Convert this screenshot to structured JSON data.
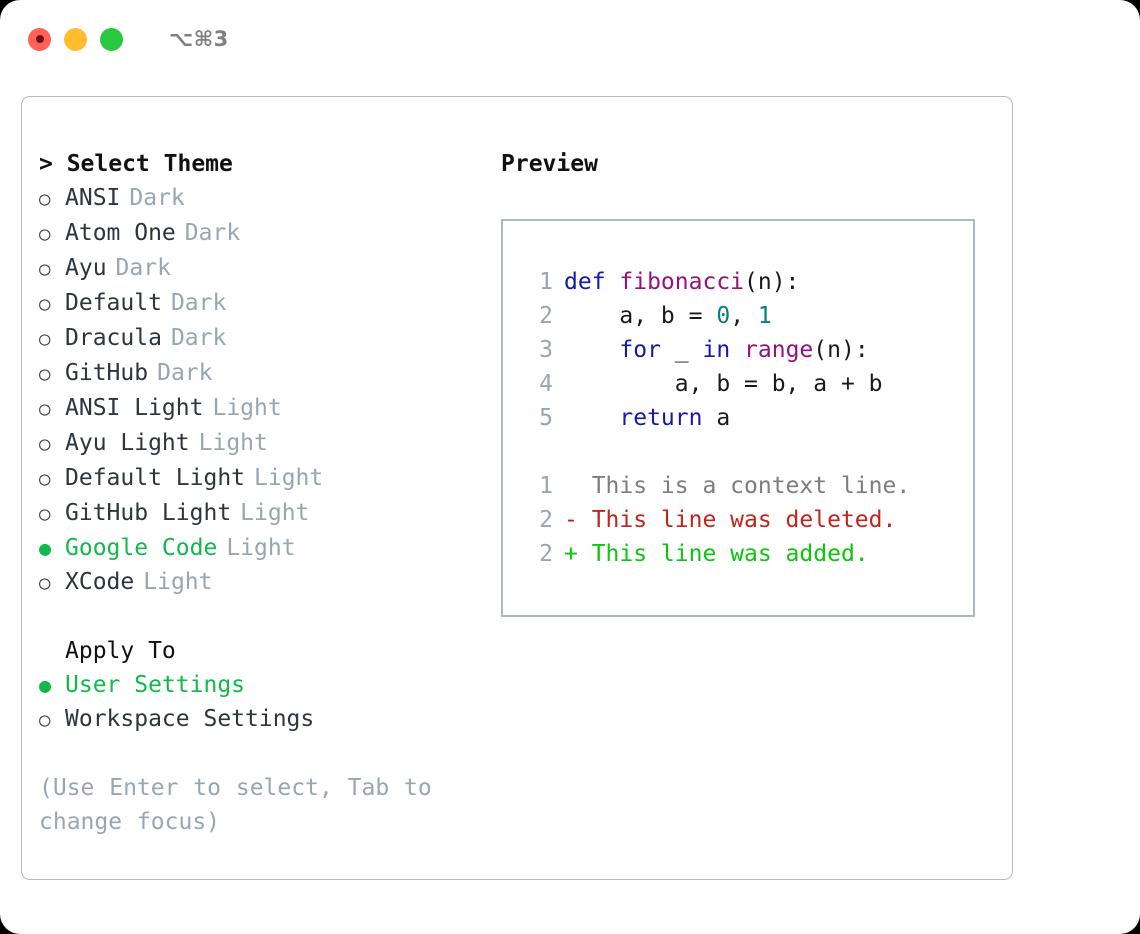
{
  "window": {
    "shortcut": "⌥⌘3",
    "traffic_lights": [
      {
        "name": "close",
        "color": "#ff6159"
      },
      {
        "name": "minimize",
        "color": "#ffbd2e"
      },
      {
        "name": "maximize",
        "color": "#2ac840"
      }
    ]
  },
  "theme_picker": {
    "header": "> Select Theme",
    "selected_theme": "Google Code",
    "bullet_empty": "○",
    "bullet_filled": "●",
    "items": [
      {
        "name": "ANSI",
        "kind": "Dark",
        "selected": false
      },
      {
        "name": "Atom One",
        "kind": "Dark",
        "selected": false
      },
      {
        "name": "Ayu",
        "kind": "Dark",
        "selected": false
      },
      {
        "name": "Default",
        "kind": "Dark",
        "selected": false
      },
      {
        "name": "Dracula",
        "kind": "Dark",
        "selected": false
      },
      {
        "name": "GitHub",
        "kind": "Dark",
        "selected": false
      },
      {
        "name": "ANSI Light",
        "kind": "Light",
        "selected": false
      },
      {
        "name": "Ayu Light",
        "kind": "Light",
        "selected": false
      },
      {
        "name": "Default Light",
        "kind": "Light",
        "selected": false
      },
      {
        "name": "GitHub Light",
        "kind": "Light",
        "selected": false
      },
      {
        "name": "Google Code",
        "kind": "Light",
        "selected": true
      },
      {
        "name": "XCode",
        "kind": "Light",
        "selected": false
      }
    ]
  },
  "apply_to": {
    "header": "Apply To",
    "selected": "User Settings",
    "items": [
      {
        "name": "User Settings",
        "selected": true
      },
      {
        "name": "Workspace Settings",
        "selected": false
      }
    ]
  },
  "hint": "(Use Enter to select, Tab to change focus)",
  "preview": {
    "header": "Preview",
    "code_lines": [
      {
        "no": "1",
        "tokens": [
          {
            "t": "def ",
            "c": "kw"
          },
          {
            "t": "fibonacci",
            "c": "fn"
          },
          {
            "t": "(n):",
            "c": "punc"
          }
        ]
      },
      {
        "no": "2",
        "tokens": [
          {
            "t": "    a, b = ",
            "c": "plain"
          },
          {
            "t": "0",
            "c": "num"
          },
          {
            "t": ", ",
            "c": "plain"
          },
          {
            "t": "1",
            "c": "num"
          }
        ]
      },
      {
        "no": "3",
        "tokens": [
          {
            "t": "    ",
            "c": "plain"
          },
          {
            "t": "for",
            "c": "kw"
          },
          {
            "t": " _ ",
            "c": "plain"
          },
          {
            "t": "in",
            "c": "kw"
          },
          {
            "t": " ",
            "c": "plain"
          },
          {
            "t": "range",
            "c": "fn"
          },
          {
            "t": "(n):",
            "c": "punc"
          }
        ]
      },
      {
        "no": "4",
        "tokens": [
          {
            "t": "        a, b = b, a + b",
            "c": "plain"
          }
        ]
      },
      {
        "no": "5",
        "tokens": [
          {
            "t": "    ",
            "c": "plain"
          },
          {
            "t": "return",
            "c": "kw"
          },
          {
            "t": " a",
            "c": "plain"
          }
        ]
      }
    ],
    "diff_lines": [
      {
        "no": "1",
        "marker": "  ",
        "text": "This is a context line.",
        "kind": "context"
      },
      {
        "no": "2",
        "marker": "- ",
        "text": "This line was deleted.",
        "kind": "del"
      },
      {
        "no": "2",
        "marker": "+ ",
        "text": "This line was added.",
        "kind": "add"
      }
    ]
  },
  "colors": {
    "accent_green": "#13b84a",
    "muted": "#9aa5b4",
    "border": "#b3bcca",
    "preview_border": "#aeb7c4",
    "keyword": "#1419a8",
    "function": "#99107a",
    "number": "#0d7a80",
    "diff_delete": "#c2241b",
    "diff_add": "#0ac70a",
    "diff_context": "#7d7d7d"
  }
}
